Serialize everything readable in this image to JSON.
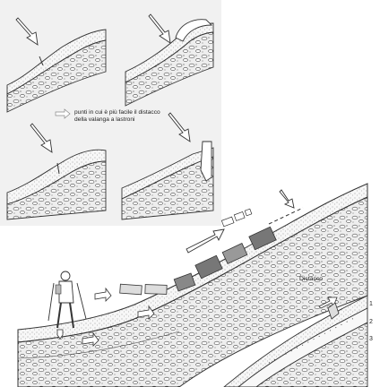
{
  "legend": {
    "text": "punti in cui è più facile il distacco della valanga a lastroni"
  },
  "labels": {
    "distacco": "Distacco"
  },
  "layers": [
    "1",
    "2",
    "3"
  ]
}
